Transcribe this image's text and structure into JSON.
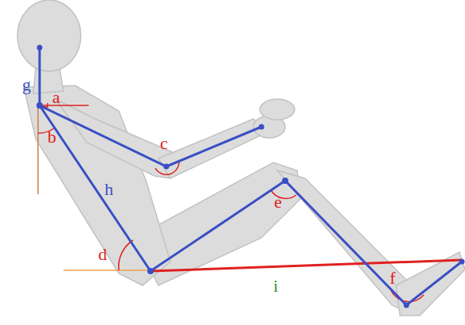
{
  "diagram": {
    "labels": [
      "g",
      "a",
      "b",
      "c",
      "h",
      "d",
      "e",
      "i",
      "f"
    ]
  }
}
